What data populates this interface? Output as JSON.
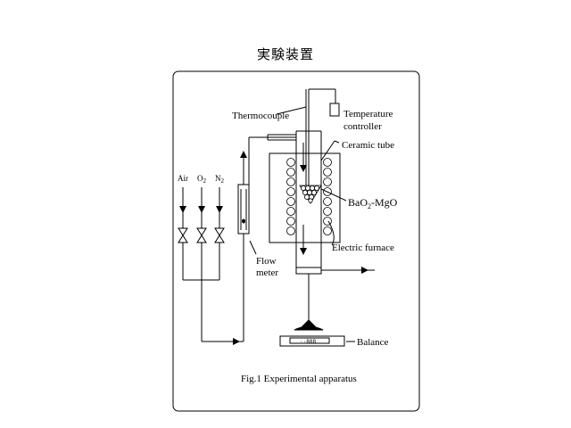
{
  "slide": {
    "title": "実験装置"
  },
  "figure": {
    "caption": "Fig.1 Experimental apparatus",
    "labels": {
      "thermocouple": "Thermocouple",
      "temperature_line1": "Temperature",
      "temperature_line2": "controller",
      "ceramic_tube": "Ceramic tube",
      "sample_pre": "BaO",
      "sample_sub": "2",
      "sample_post": "-MgO",
      "electric_furnace": "Electric furnace",
      "flow_line1": "Flow",
      "flow_line2": "meter",
      "balance": "Balance",
      "gas_air": "Air",
      "gas_o2": "O",
      "gas_o2_sub": "2",
      "gas_n2": "N",
      "gas_n2_sub": "2",
      "balance_display": "··888"
    }
  }
}
